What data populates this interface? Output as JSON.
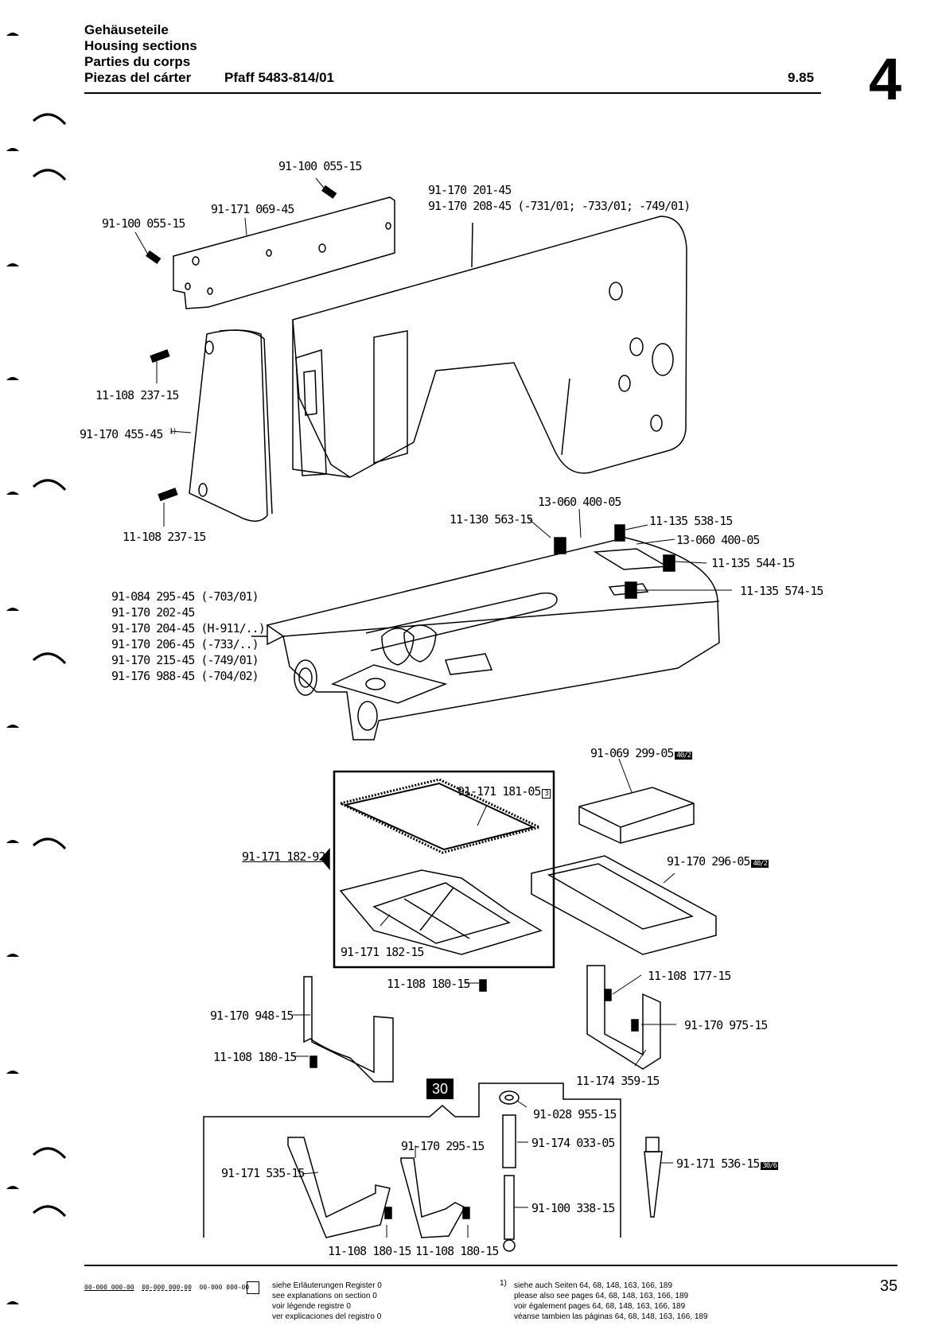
{
  "header": {
    "titles": [
      "Gehäuseteile",
      "Housing sections",
      "Parties du corps",
      "Piezas del cárter"
    ],
    "model": "Pfaff 5483-814/01",
    "date": "9.85",
    "section_number": "4"
  },
  "parts": {
    "p1": "91-100 055-15",
    "p2": "91-171 069-45",
    "p3": "91-100 055-15",
    "p4a": "91-170 201-45",
    "p4b": "91-170 208-45 (-731/01; -733/01; -749/01)",
    "p5": "11-108 237-15",
    "p6": "91-170 455-45",
    "p6_sup": "1)",
    "p7": "11-108 237-15",
    "p8": "13-060 400-05",
    "p9": "11-130 563-15",
    "p10": "11-135 538-15",
    "p11": "13-060 400-05",
    "p12": "11-135 544-15",
    "p13": "11-135 574-15",
    "base_list": [
      "91-084 295-45 (-703/01)",
      "91-170 202-45",
      "91-170 204-45 (H-911/..)",
      "91-170 206-45 (-733/..)",
      "91-170 215-45 (-749/01)",
      "91-176 988-45 (-704/02)"
    ],
    "p14": "91-069 299-05",
    "p14_badge": "40/2",
    "p15": "91-171 181-05",
    "p15_badge": "3",
    "p16": "91-171 182-92",
    "p17": "91-171 182-15",
    "p18": "91-170 296-05",
    "p18_badge": "40/2",
    "p19": "11-108 180-15",
    "p20": "11-108 177-15",
    "p21": "91-170 948-15",
    "p22": "91-170 975-15",
    "p23": "11-108 180-15",
    "p24": "11-174 359-15",
    "ref_box": "30",
    "p25": "91-028 955-15",
    "p26": "91-170 295-15",
    "p27": "91-174 033-05",
    "p28": "91-171 535-15",
    "p29": "91-171 536-15",
    "p29_badge": "30/6",
    "p30": "91-100 338-15",
    "p31": "11-108 180-15",
    "p32": "11-108 180-15"
  },
  "footer": {
    "legend_codes": [
      "00-000 000-00",
      "00-000 000-00",
      "00-000 000-00"
    ],
    "legend_text": [
      "siehe Erläuterungen Register 0",
      "see explanations on section 0",
      "voir légende registre 0",
      "ver explicaciones del registro 0"
    ],
    "note_mark": "1)",
    "note_text": [
      "siehe auch Seiten 64, 68, 148, 163, 166, 189",
      "please also see pages 64, 68, 148, 163, 166, 189",
      "voir également pages 64, 68, 148, 163, 166, 189",
      "véanse tambien las páginas 64, 68, 148, 163, 166, 189"
    ],
    "page_number": "35"
  }
}
